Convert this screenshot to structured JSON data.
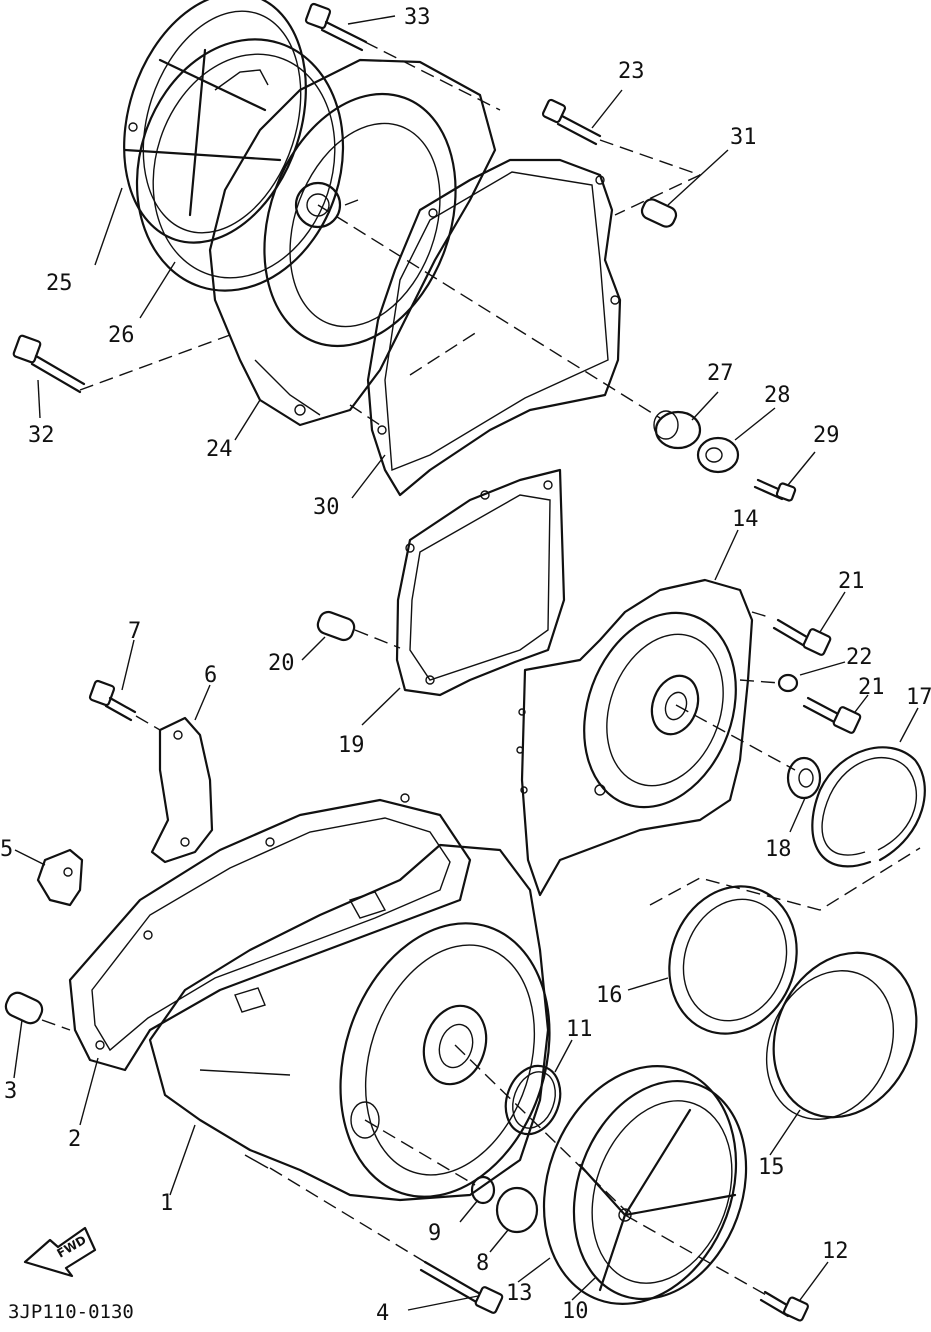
{
  "diagram_code": "3JP110-0130",
  "fwd_label": "FWD",
  "callouts": {
    "p1": "1",
    "p2": "2",
    "p3": "3",
    "p4": "4",
    "p5": "5",
    "p6": "6",
    "p7": "7",
    "p8": "8",
    "p9": "9",
    "p10": "10",
    "p11": "11",
    "p12": "12",
    "p13": "13",
    "p14": "14",
    "p15": "15",
    "p16": "16",
    "p17": "17",
    "p18": "18",
    "p19": "19",
    "p20": "20",
    "p21a": "21",
    "p21b": "21",
    "p22": "22",
    "p23": "23",
    "p24": "24",
    "p25": "25",
    "p26": "26",
    "p27": "27",
    "p28": "28",
    "p29": "29",
    "p30": "30",
    "p31": "31",
    "p32": "32",
    "p33": "33"
  }
}
